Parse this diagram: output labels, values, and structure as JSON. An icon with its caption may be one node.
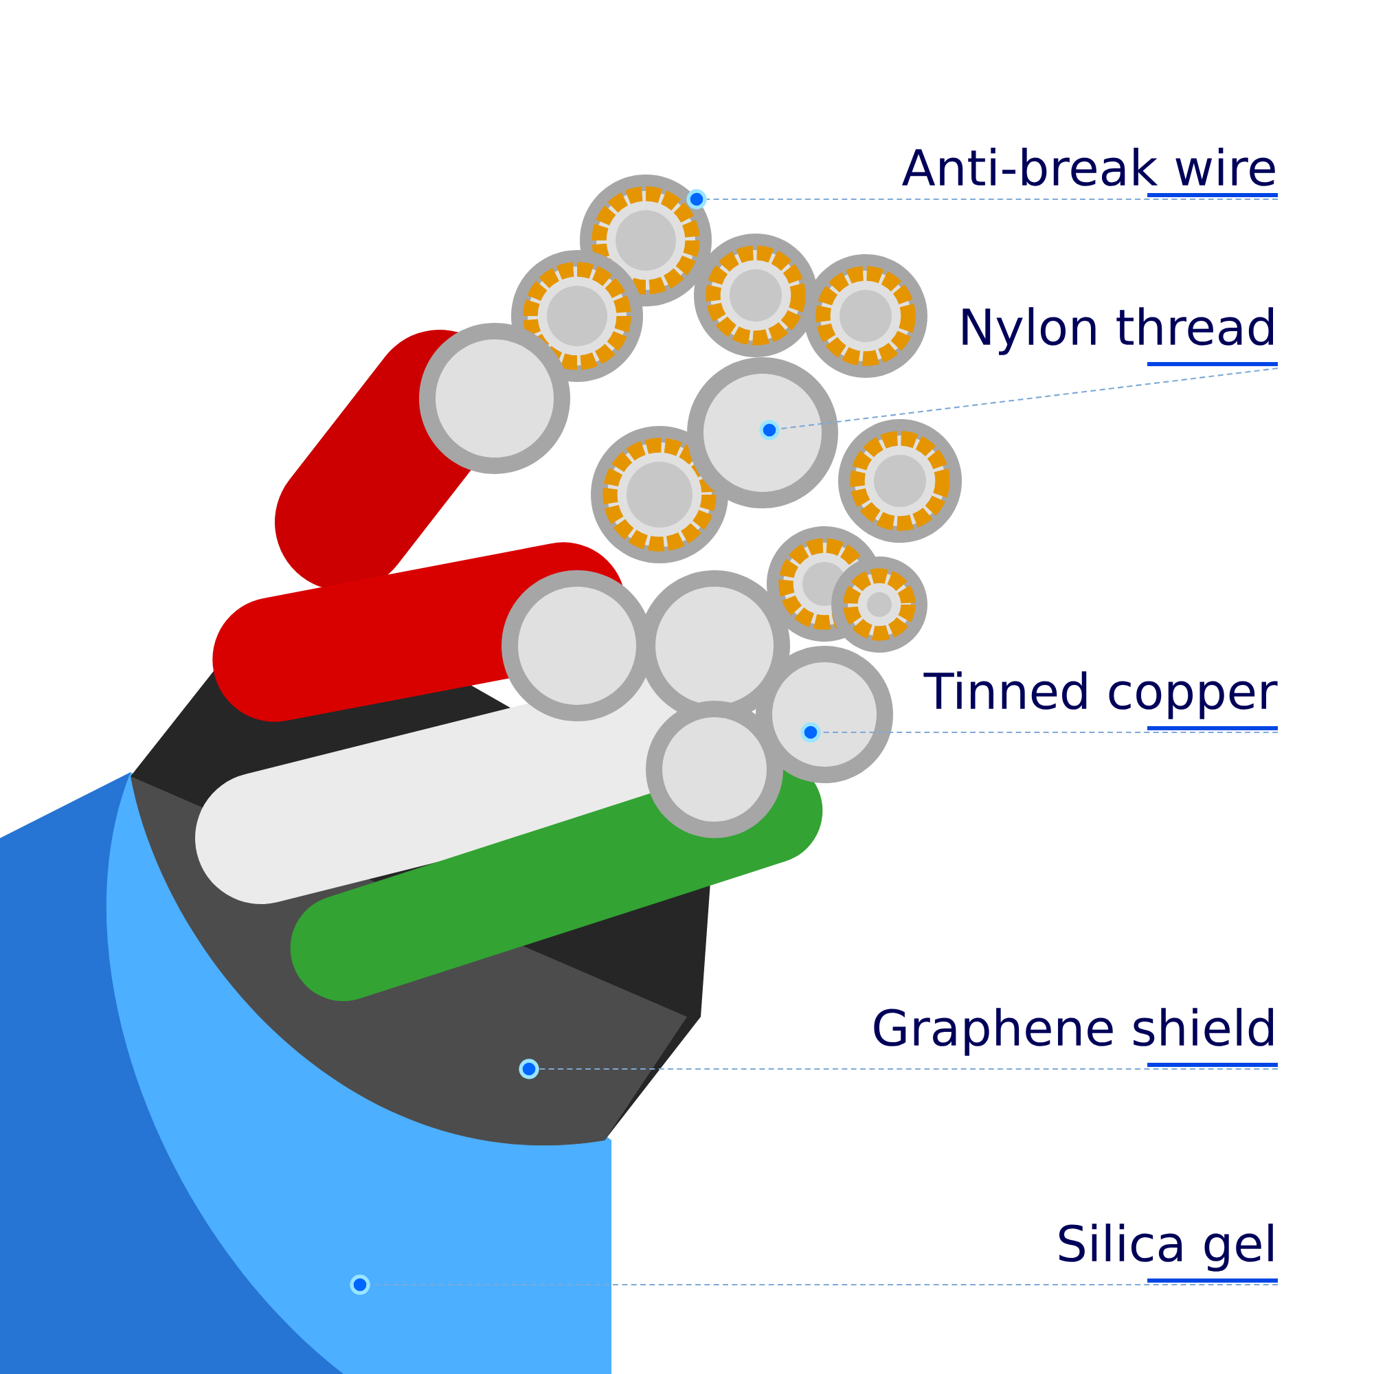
{
  "diagram": {
    "nodes": [
      {
        "text": [
          "Anti-break wire"
        ]
      },
      {
        "text": [
          "Nylon thread"
        ]
      },
      {
        "text": [
          "Tinned copper"
        ]
      },
      {
        "text": [
          "Graphene shield"
        ]
      },
      {
        "text": [
          "Silica gel"
        ]
      },
      {
        "text": [],
        "shape": "circle"
      },
      {
        "text": [],
        "shape": "circle"
      },
      {
        "text": [],
        "shape": "circle"
      },
      {
        "text": [],
        "shape": "circle"
      },
      {
        "text": [],
        "shape": "circle"
      }
    ],
    "edges": [
      {
        "from": 0,
        "to": 5,
        "arrow": "none"
      },
      {
        "from": 1,
        "to": 6,
        "arrow": "none"
      },
      {
        "from": 2,
        "to": 7,
        "arrow": "none"
      },
      {
        "from": 3,
        "to": 8,
        "arrow": "none"
      },
      {
        "from": 4,
        "to": 9,
        "arrow": "none"
      }
    ]
  }
}
